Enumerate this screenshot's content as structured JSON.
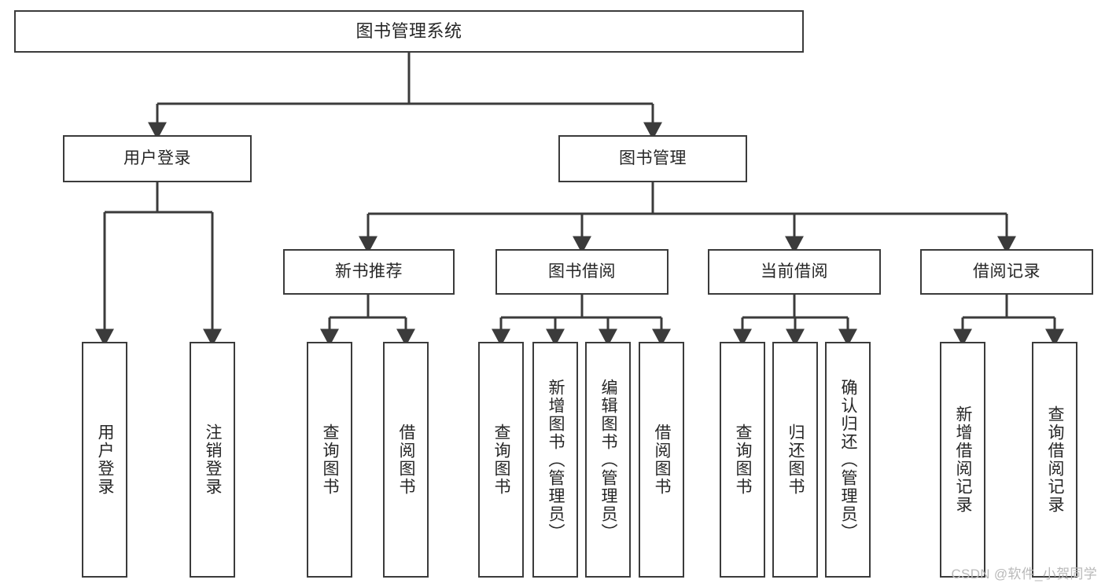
{
  "diagram": {
    "title": "图书管理系统",
    "watermark": "CSDN @软件_小贺同学",
    "type": "tree",
    "orientation": "top-down",
    "stroke_color": "#3b3b3b",
    "text_color": "#262626",
    "background_color": "#ffffff",
    "root": {
      "label": "图书管理系统",
      "children": [
        {
          "label": "用户登录",
          "children": [
            {
              "label": "用户登录"
            },
            {
              "label": "注销登录"
            }
          ]
        },
        {
          "label": "图书管理",
          "children": [
            {
              "label": "新书推荐",
              "children": [
                {
                  "label": "查询图书"
                },
                {
                  "label": "借阅图书"
                }
              ]
            },
            {
              "label": "图书借阅",
              "children": [
                {
                  "label": "查询图书"
                },
                {
                  "label": "新增图书（管理员）"
                },
                {
                  "label": "编辑图书（管理员）"
                },
                {
                  "label": "借阅图书"
                }
              ]
            },
            {
              "label": "当前借阅",
              "children": [
                {
                  "label": "查询图书"
                },
                {
                  "label": "归还图书"
                },
                {
                  "label": "确认归还（管理员）"
                }
              ]
            },
            {
              "label": "借阅记录",
              "children": [
                {
                  "label": "新增借阅记录"
                },
                {
                  "label": "查询借阅记录"
                }
              ]
            }
          ]
        }
      ]
    },
    "nodes": {
      "root": "图书管理系统",
      "l1_user_login": "用户登录",
      "l1_book_manage": "图书管理",
      "l2_user_login": "用户登录",
      "l2_logout": "注销登录",
      "l2_new_book_rec": "新书推荐",
      "l2_book_borrow": "图书借阅",
      "l2_current_borrow": "当前借阅",
      "l2_borrow_record": "借阅记录",
      "l3_nbr_query": "查询图书",
      "l3_nbr_borrow": "借阅图书",
      "l3_bb_query": "查询图书",
      "l3_bb_add": "新增图书（管理员）",
      "l3_bb_edit": "编辑图书（管理员）",
      "l3_bb_borrow": "借阅图书",
      "l3_cb_query": "查询图书",
      "l3_cb_return": "归还图书",
      "l3_cb_confirm": "确认归还（管理员）",
      "l3_br_add": "新增借阅记录",
      "l3_br_query": "查询借阅记录"
    }
  }
}
